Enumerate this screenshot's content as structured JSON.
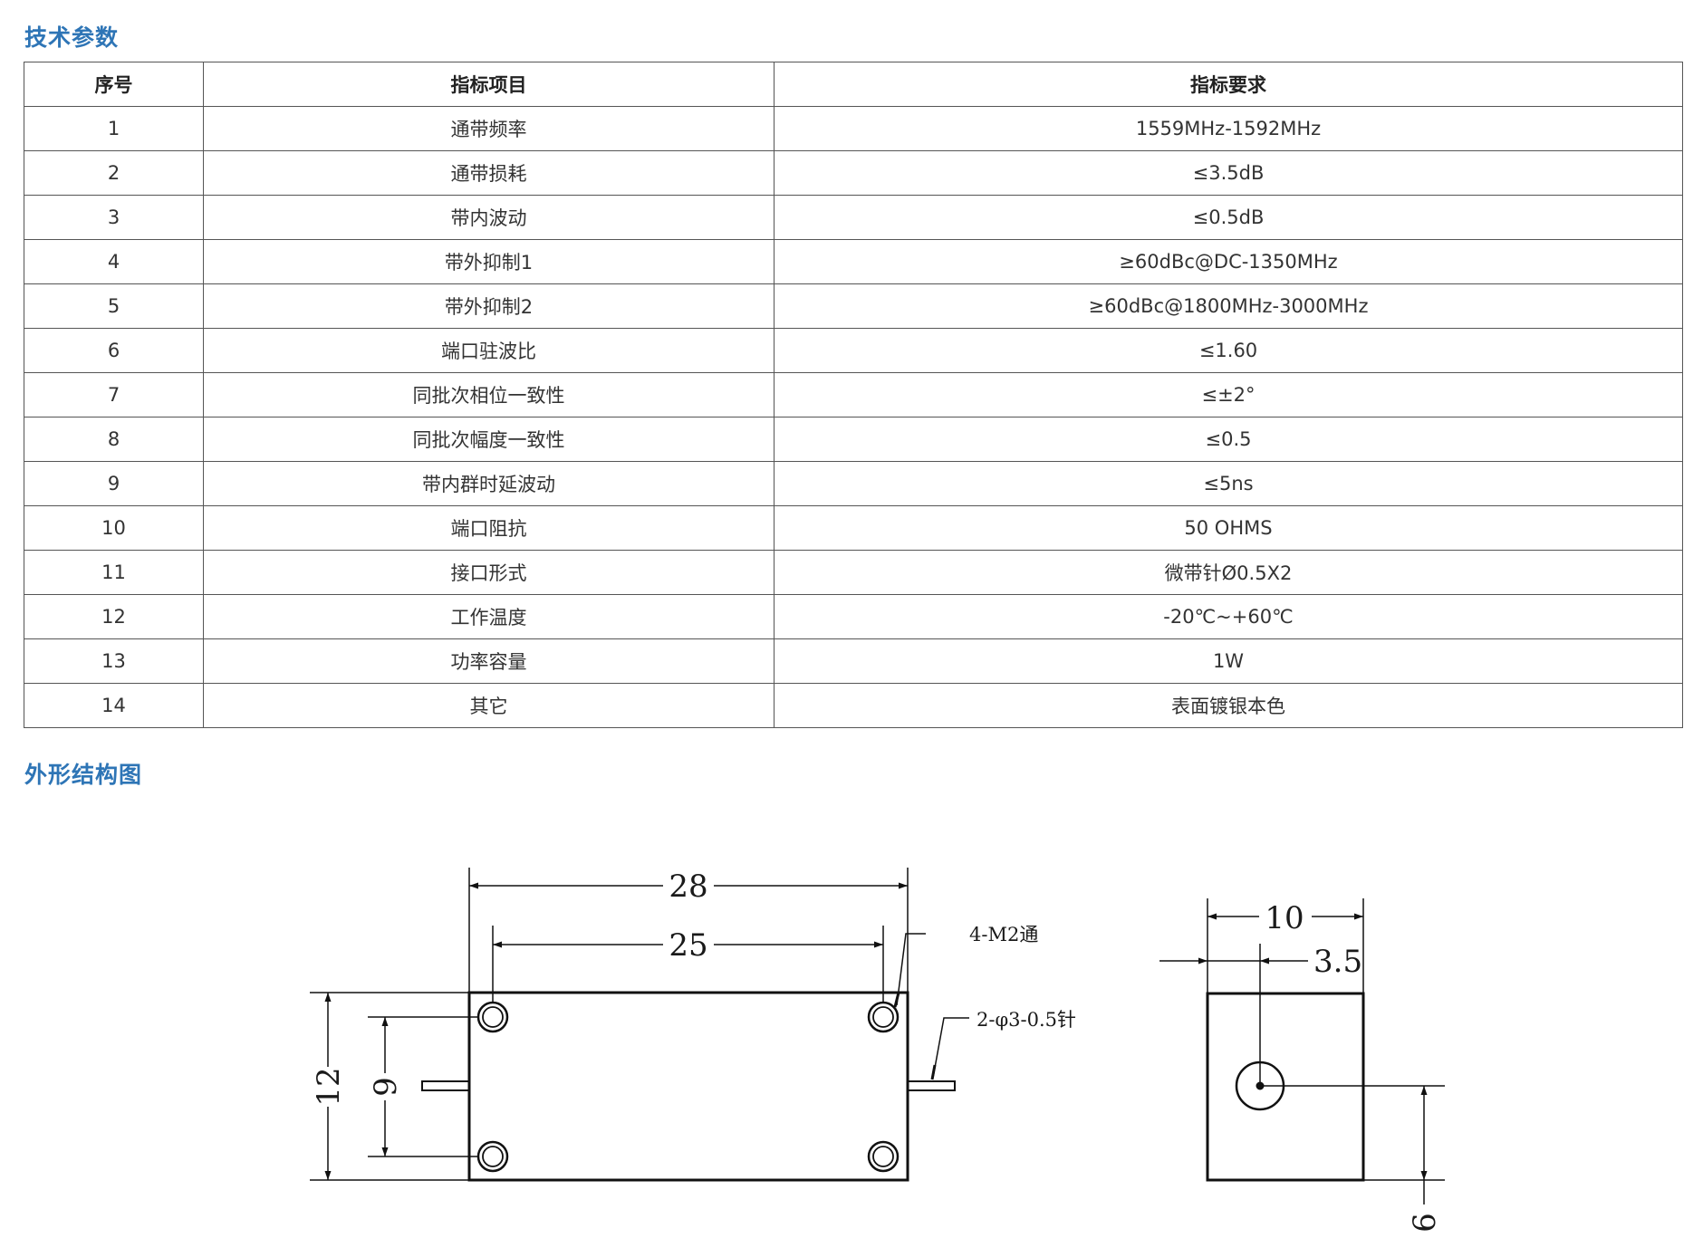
{
  "sections": {
    "params_title": "技术参数",
    "drawing_title": "外形结构图"
  },
  "table": {
    "headers": [
      "序号",
      "指标项目",
      "指标要求"
    ],
    "rows": [
      [
        "1",
        "通带频率",
        "1559MHz-1592MHz"
      ],
      [
        "2",
        "通带损耗",
        "≤3.5dB"
      ],
      [
        "3",
        "带内波动",
        "≤0.5dB"
      ],
      [
        "4",
        "带外抑制1",
        "≥60dBc@DC-1350MHz"
      ],
      [
        "5",
        "带外抑制2",
        "≥60dBc@1800MHz-3000MHz"
      ],
      [
        "6",
        "端口驻波比",
        "≤1.60"
      ],
      [
        "7",
        "同批次相位一致性",
        "≤±2°"
      ],
      [
        "8",
        "同批次幅度一致性",
        "≤0.5"
      ],
      [
        "9",
        "带内群时延波动",
        "≤5ns"
      ],
      [
        "10",
        "端口阻抗",
        "50 OHMS"
      ],
      [
        "11",
        "接口形式",
        "微带针Ø0.5X2"
      ],
      [
        "12",
        "工作温度",
        "-20℃~+60℃"
      ],
      [
        "13",
        "功率容量",
        "1W"
      ],
      [
        "14",
        "其它",
        "表面镀银本色"
      ]
    ]
  },
  "drawing": {
    "dim_width_outer": "28",
    "dim_width_holes": "25",
    "dim_height_outer": "12",
    "dim_height_holes": "9",
    "note_holes": "4-M2通",
    "note_pins": "2-φ3-0.5针",
    "side_dim_width": "10",
    "side_dim_offset": "3.5",
    "side_dim_pin_height": "6"
  }
}
